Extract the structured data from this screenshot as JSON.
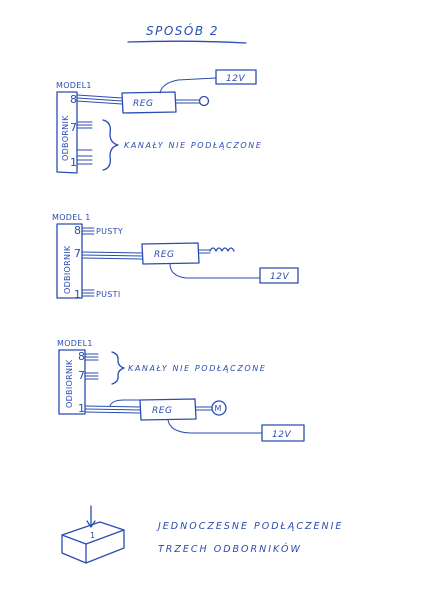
{
  "title": "SPOSÓB 2",
  "ink_color": "#2a4db0",
  "diagrams": [
    {
      "model_label": "MODEL1",
      "receiver_label": "ODBORNIK",
      "pins": [
        "8",
        "7",
        "1"
      ],
      "reg_label": "REG",
      "power_label": "12V",
      "note": "KANAŁY NIE PODŁĄCZONE"
    },
    {
      "model_label": "MODEL 1",
      "receiver_label": "ODBIORNIK",
      "pins": [
        "8",
        "7",
        "1"
      ],
      "top_pin_note": "PUSTY",
      "bottom_pin_note": "PUSTI",
      "reg_label": "REG",
      "power_label": "12V"
    },
    {
      "model_label": "MODEL1",
      "receiver_label": "ODBIORNIK",
      "pins": [
        "8",
        "7",
        "1"
      ],
      "reg_label": "REG",
      "motor_label": "M",
      "power_label": "12V",
      "note": "KANAŁY NIE PODŁĄCZONE"
    }
  ],
  "footer": {
    "box_label": "1",
    "line1": "JEDNOCZESNE PODŁĄCZENIE",
    "line2": "TRZECH ODBORNIKÓW"
  }
}
